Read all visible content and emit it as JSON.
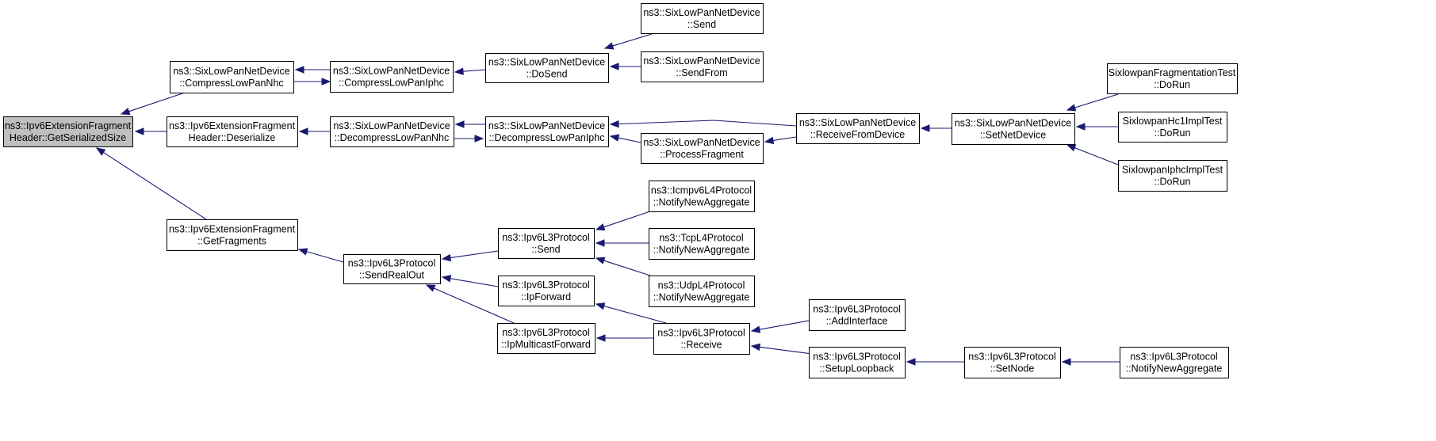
{
  "colors": {
    "edge": "#191970",
    "root_fill": "#bfbfbf",
    "node_fill": "#ffffff",
    "border": "#000000"
  },
  "nodes": [
    {
      "id": "root",
      "lines": [
        "ns3::Ipv6ExtensionFragment",
        "Header::GetSerializedSize"
      ],
      "root": true
    },
    {
      "id": "compressNhc",
      "lines": [
        "ns3::SixLowPanNetDevice",
        "::CompressLowPanNhc"
      ]
    },
    {
      "id": "deserialize",
      "lines": [
        "ns3::Ipv6ExtensionFragment",
        "Header::Deserialize"
      ]
    },
    {
      "id": "getFragments",
      "lines": [
        "ns3::Ipv6ExtensionFragment",
        "::GetFragments"
      ]
    },
    {
      "id": "compressIphc",
      "lines": [
        "ns3::SixLowPanNetDevice",
        "::CompressLowPanIphc"
      ]
    },
    {
      "id": "decompressNhc",
      "lines": [
        "ns3::SixLowPanNetDevice",
        "::DecompressLowPanNhc"
      ]
    },
    {
      "id": "sendRealOut",
      "lines": [
        "ns3::Ipv6L3Protocol",
        "::SendRealOut"
      ]
    },
    {
      "id": "doSend",
      "lines": [
        "ns3::SixLowPanNetDevice",
        "::DoSend"
      ]
    },
    {
      "id": "decompressIphc",
      "lines": [
        "ns3::SixLowPanNetDevice",
        "::DecompressLowPanIphc"
      ]
    },
    {
      "id": "l3Send",
      "lines": [
        "ns3::Ipv6L3Protocol",
        "::Send"
      ]
    },
    {
      "id": "ipForward",
      "lines": [
        "ns3::Ipv6L3Protocol",
        "::IpForward"
      ]
    },
    {
      "id": "ipMulticast",
      "lines": [
        "ns3::Ipv6L3Protocol",
        "::IpMulticastForward"
      ]
    },
    {
      "id": "slpSend",
      "lines": [
        "ns3::SixLowPanNetDevice",
        "::Send"
      ]
    },
    {
      "id": "slpSendFrom",
      "lines": [
        "ns3::SixLowPanNetDevice",
        "::SendFrom"
      ]
    },
    {
      "id": "processFragment",
      "lines": [
        "ns3::SixLowPanNetDevice",
        "::ProcessFragment"
      ]
    },
    {
      "id": "icmpAgg",
      "lines": [
        "ns3::Icmpv6L4Protocol",
        "::NotifyNewAggregate"
      ]
    },
    {
      "id": "tcpAgg",
      "lines": [
        "ns3::TcpL4Protocol",
        "::NotifyNewAggregate"
      ]
    },
    {
      "id": "udpAgg",
      "lines": [
        "ns3::UdpL4Protocol",
        "::NotifyNewAggregate"
      ]
    },
    {
      "id": "receive",
      "lines": [
        "ns3::Ipv6L3Protocol",
        "::Receive"
      ]
    },
    {
      "id": "receiveFromDevice",
      "lines": [
        "ns3::SixLowPanNetDevice",
        "::ReceiveFromDevice"
      ]
    },
    {
      "id": "addInterface",
      "lines": [
        "ns3::Ipv6L3Protocol",
        "::AddInterface"
      ]
    },
    {
      "id": "setupLoopback",
      "lines": [
        "ns3::Ipv6L3Protocol",
        "::SetupLoopback"
      ]
    },
    {
      "id": "setNetDevice",
      "lines": [
        "ns3::SixLowPanNetDevice",
        "::SetNetDevice"
      ]
    },
    {
      "id": "setNode",
      "lines": [
        "ns3::Ipv6L3Protocol",
        "::SetNode"
      ]
    },
    {
      "id": "fragTest",
      "lines": [
        "SixlowpanFragmentationTest",
        "::DoRun"
      ]
    },
    {
      "id": "hc1Test",
      "lines": [
        "SixlowpanHc1ImplTest",
        "::DoRun"
      ]
    },
    {
      "id": "iphcTest",
      "lines": [
        "SixlowpanIphcImplTest",
        "::DoRun"
      ]
    },
    {
      "id": "l3Agg",
      "lines": [
        "ns3::Ipv6L3Protocol",
        "::NotifyNewAggregate"
      ]
    }
  ],
  "edges": [
    {
      "from": "compressNhc",
      "to": "root"
    },
    {
      "from": "deserialize",
      "to": "root"
    },
    {
      "from": "getFragments",
      "to": "root"
    },
    {
      "from": "compressIphc",
      "to": "compressNhc"
    },
    {
      "from": "compressNhc",
      "to": "compressIphc"
    },
    {
      "from": "doSend",
      "to": "compressIphc"
    },
    {
      "from": "slpSend",
      "to": "doSend"
    },
    {
      "from": "slpSendFrom",
      "to": "doSend"
    },
    {
      "from": "decompressNhc",
      "to": "deserialize"
    },
    {
      "from": "decompressIphc",
      "to": "decompressNhc"
    },
    {
      "from": "decompressNhc",
      "to": "decompressIphc"
    },
    {
      "from": "receiveFromDevice",
      "to": "decompressIphc"
    },
    {
      "from": "processFragment",
      "to": "decompressIphc"
    },
    {
      "from": "receiveFromDevice",
      "to": "processFragment"
    },
    {
      "from": "setNetDevice",
      "to": "receiveFromDevice"
    },
    {
      "from": "fragTest",
      "to": "setNetDevice"
    },
    {
      "from": "hc1Test",
      "to": "setNetDevice"
    },
    {
      "from": "iphcTest",
      "to": "setNetDevice"
    },
    {
      "from": "sendRealOut",
      "to": "getFragments"
    },
    {
      "from": "l3Send",
      "to": "sendRealOut"
    },
    {
      "from": "ipForward",
      "to": "sendRealOut"
    },
    {
      "from": "ipMulticast",
      "to": "sendRealOut"
    },
    {
      "from": "icmpAgg",
      "to": "l3Send"
    },
    {
      "from": "tcpAgg",
      "to": "l3Send"
    },
    {
      "from": "udpAgg",
      "to": "l3Send"
    },
    {
      "from": "receive",
      "to": "ipForward"
    },
    {
      "from": "receive",
      "to": "ipMulticast"
    },
    {
      "from": "addInterface",
      "to": "receive"
    },
    {
      "from": "setupLoopback",
      "to": "receive"
    },
    {
      "from": "setNode",
      "to": "setupLoopback"
    },
    {
      "from": "l3Agg",
      "to": "setNode"
    }
  ]
}
